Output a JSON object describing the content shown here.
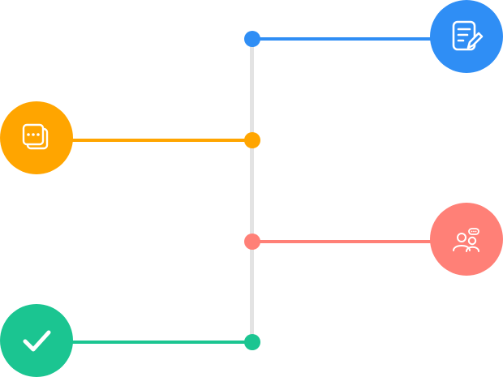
{
  "timeline": {
    "steps": [
      {
        "side": "right",
        "color": "#2f8ef5",
        "icon": "edit-document-icon"
      },
      {
        "side": "left",
        "color": "#ffa500",
        "icon": "chat-bubbles-icon"
      },
      {
        "side": "right",
        "color": "#ff8077",
        "icon": "people-discussion-icon"
      },
      {
        "side": "left",
        "color": "#1bc591",
        "icon": "checkmark-icon"
      }
    ],
    "spine_color": "#e3e3e3"
  }
}
